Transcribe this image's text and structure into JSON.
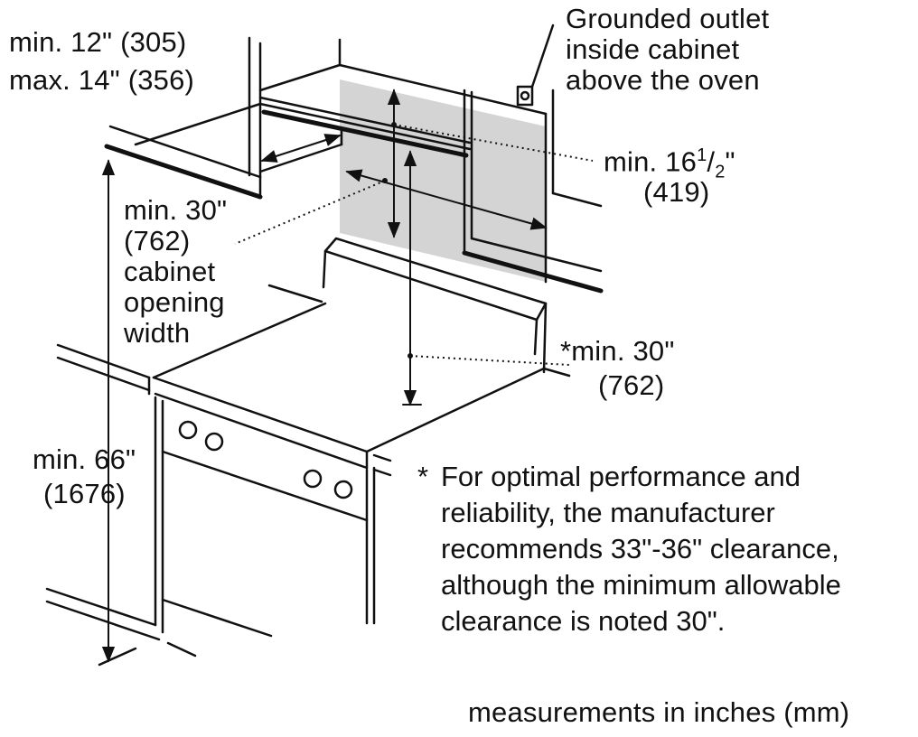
{
  "labels": {
    "upper_clearance_min": "min. 12\" (305)",
    "upper_clearance_max": "max. 14\" (356)",
    "outlet": [
      "Grounded outlet",
      "inside cabinet",
      "above the oven"
    ],
    "depth_main": "min. 16",
    "depth_frac_num": "1",
    "depth_frac_den": "2",
    "depth_unit": "\"",
    "depth_mm": "(419)",
    "width": [
      "min. 30\"",
      "(762)",
      "cabinet",
      "opening",
      "width"
    ],
    "vertical_clearance": [
      "*min. 30\"",
      "(762)"
    ],
    "total_height": [
      "min. 66\"",
      "(1676)"
    ]
  },
  "footnote": {
    "marker": "*",
    "lines": [
      "For optimal performance and",
      "reliability, the manufacturer",
      "recommends 33\"-36\" clearance,",
      "although the minimum allowable",
      "clearance is noted 30\"."
    ]
  },
  "measurement_note": "measurements in inches (mm)",
  "colors": {
    "line": "#111111",
    "shade": "#d4d4d4",
    "background": "#ffffff"
  }
}
